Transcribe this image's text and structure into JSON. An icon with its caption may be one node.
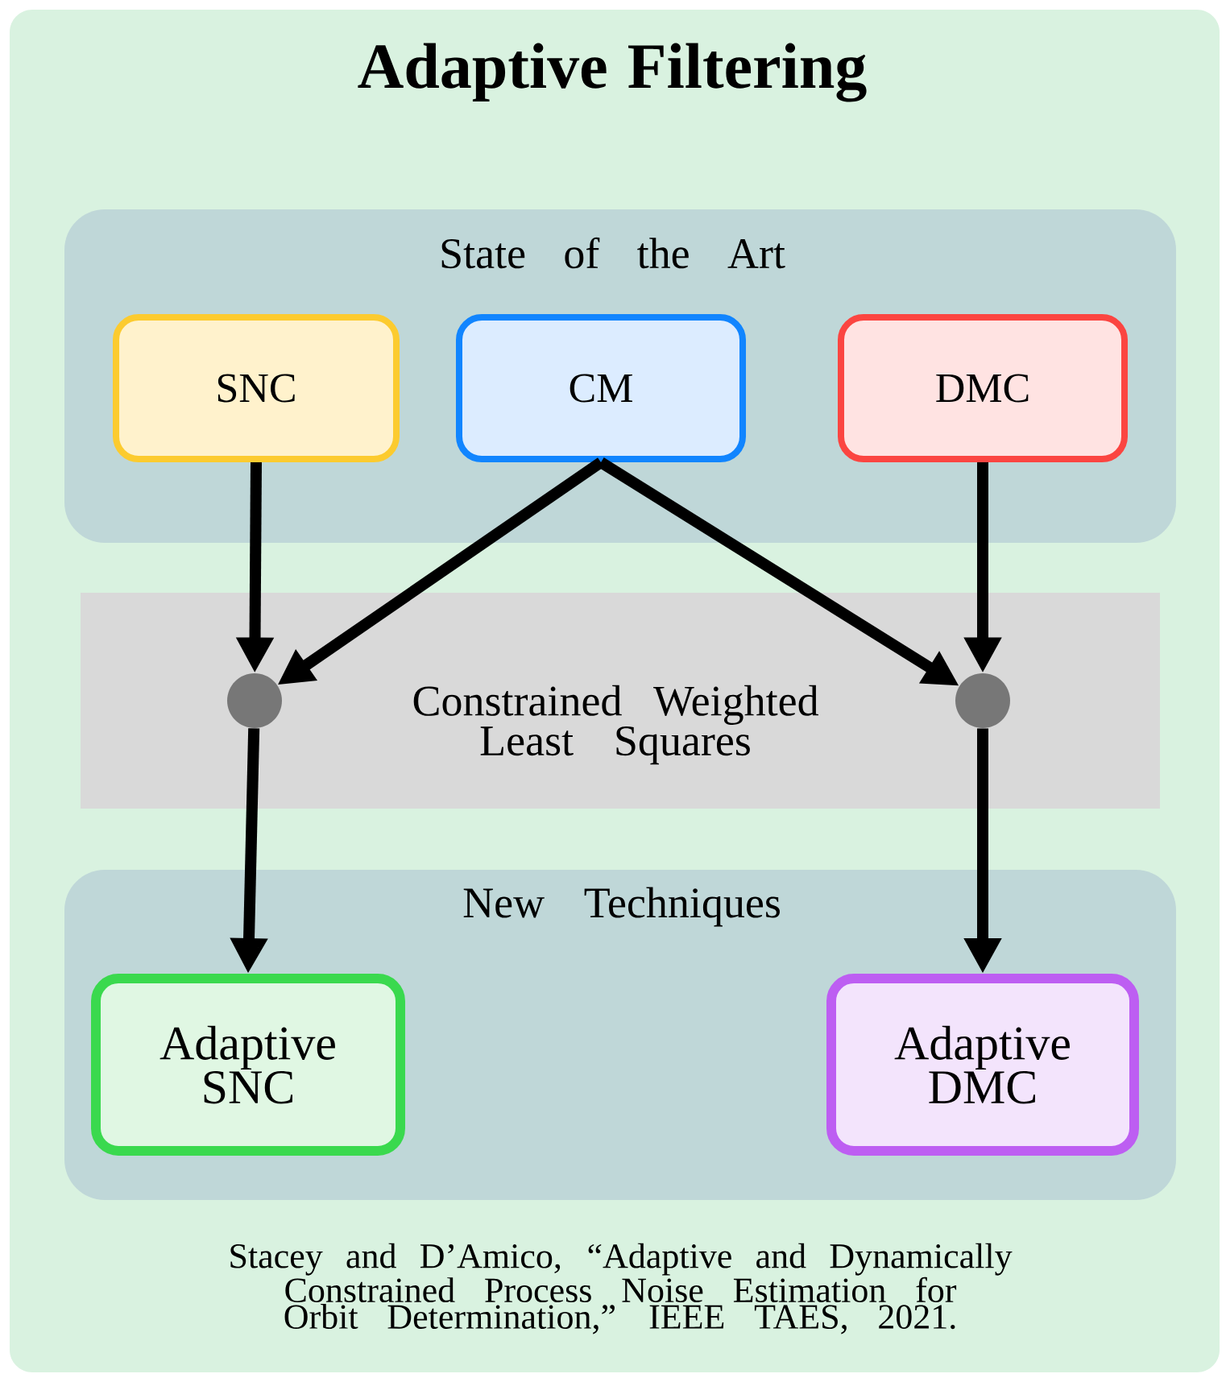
{
  "diagram": {
    "title": "Adaptive Filtering",
    "caption": "Stacey and D’Amico, “Adaptive and Dynamically Constrained Process Noise Estimation for Orbit Determination,” IEEE TAES, 2021.",
    "nodes": [
      {
        "text": [
          "State of the Art"
        ]
      },
      {
        "text": [
          "SNC"
        ],
        "in": 0
      },
      {
        "text": [
          "CM"
        ],
        "in": 0
      },
      {
        "text": [
          "DMC"
        ],
        "in": 0
      },
      {
        "text": [
          "Constrained Weighted Least Squares"
        ]
      },
      {
        "text": [],
        "shape": "circle",
        "in": 4
      },
      {
        "text": [],
        "shape": "circle",
        "in": 4
      },
      {
        "text": [
          "New Techniques"
        ]
      },
      {
        "text": [
          "Adaptive SNC"
        ],
        "in": 7
      },
      {
        "text": [
          "Adaptive DMC"
        ],
        "in": 7
      }
    ],
    "edges": [
      {
        "from": 1,
        "to": 5,
        "arrow": "to"
      },
      {
        "from": 2,
        "to": 5,
        "arrow": "to"
      },
      {
        "from": 2,
        "to": 6,
        "arrow": "to"
      },
      {
        "from": 3,
        "to": 6,
        "arrow": "to"
      },
      {
        "from": 5,
        "to": 8,
        "arrow": "to"
      },
      {
        "from": 6,
        "to": 9,
        "arrow": "to"
      }
    ]
  }
}
